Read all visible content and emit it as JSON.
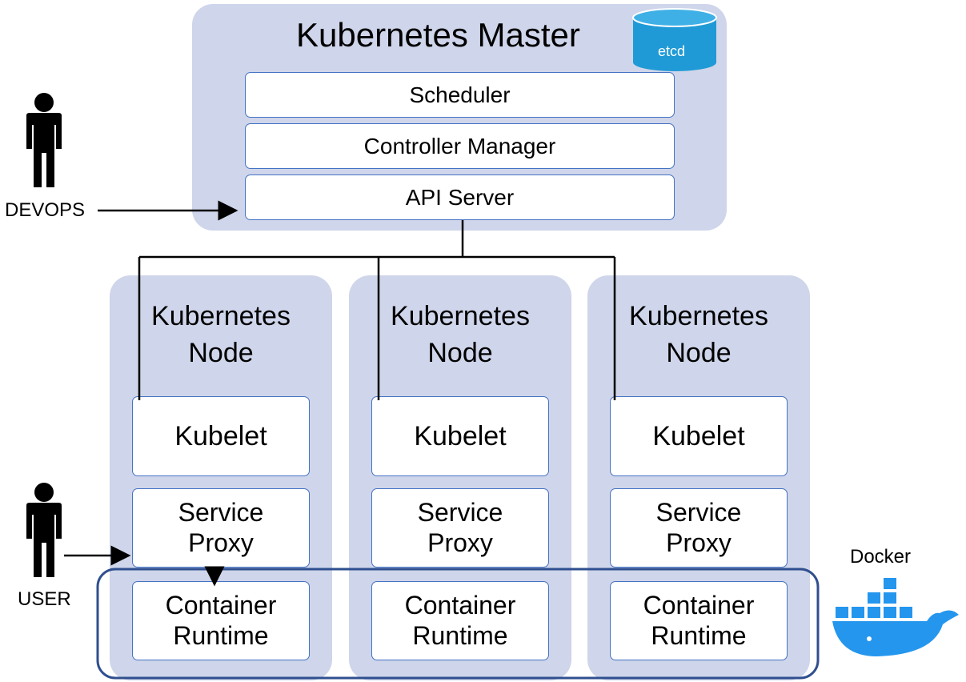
{
  "master": {
    "title": "Kubernetes Master",
    "etcd_label": "etcd",
    "components": [
      "Scheduler",
      "Controller Manager",
      "API Server"
    ]
  },
  "nodes": [
    {
      "title_line1": "Kubernetes",
      "title_line2": "Node",
      "kubelet": "Kubelet",
      "proxy_line1": "Service",
      "proxy_line2": "Proxy",
      "runtime_line1": "Container",
      "runtime_line2": "Runtime"
    },
    {
      "title_line1": "Kubernetes",
      "title_line2": "Node",
      "kubelet": "Kubelet",
      "proxy_line1": "Service",
      "proxy_line2": "Proxy",
      "runtime_line1": "Container",
      "runtime_line2": "Runtime"
    },
    {
      "title_line1": "Kubernetes",
      "title_line2": "Node",
      "kubelet": "Kubelet",
      "proxy_line1": "Service",
      "proxy_line2": "Proxy",
      "runtime_line1": "Container",
      "runtime_line2": "Runtime"
    }
  ],
  "actors": {
    "devops": "DEVOPS",
    "user": "USER"
  },
  "docker_label": "Docker",
  "icons": {
    "person": "person-icon",
    "etcd": "database-icon",
    "docker": "docker-whale-icon"
  },
  "colors": {
    "panel": "#cfd5ea",
    "box_border": "#4472c4",
    "runtime_group": "#2f4f8f",
    "etcd": "#1f9ad6",
    "docker": "#2496ed",
    "connector": "#000000"
  }
}
